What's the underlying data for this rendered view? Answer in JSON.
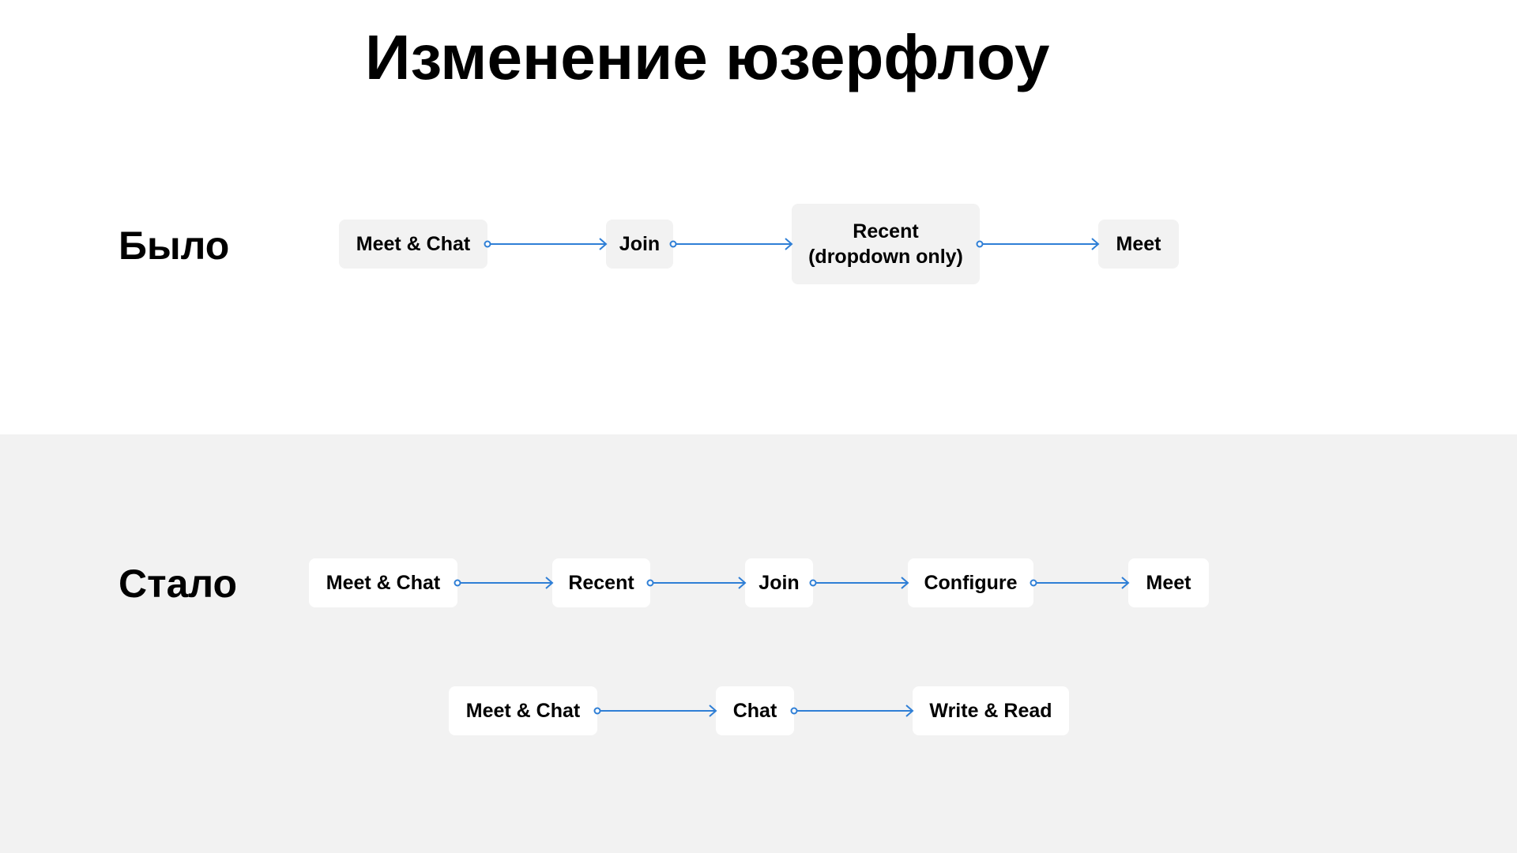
{
  "title": "Изменение юзерфлоу",
  "before": {
    "label": "Было",
    "nodes": [
      "Meet & Chat",
      "Join",
      "Recent\n(dropdown only)",
      "Meet"
    ]
  },
  "after": {
    "label": "Стало",
    "flow1": [
      "Meet & Chat",
      "Recent",
      "Join",
      "Configure",
      "Meet"
    ],
    "flow2": [
      "Meet & Chat",
      "Chat",
      "Write & Read"
    ]
  },
  "colors": {
    "arrow": "#2f7fd6",
    "bottom_background": "#f2f2f2",
    "node_gray": "#f2f2f2",
    "node_white": "#ffffff"
  }
}
